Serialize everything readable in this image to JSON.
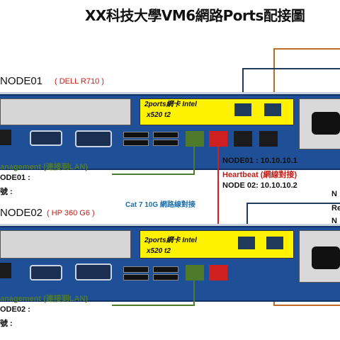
{
  "title": "XX科技大學VM6網路Ports配接圖",
  "nodes": [
    {
      "name": "NODE01",
      "model": "( DELL R710 )",
      "nic_line1": "2ports網卡 Intel",
      "nic_line2": "x520 t2",
      "mgmt_label": "anagement (連接到LAN)",
      "ip_label": "ODE01 :",
      "id_label": "號 :"
    },
    {
      "name": "NODE02",
      "model": "( HP 360  G6 )",
      "nic_line1": "2ports網卡 Intel",
      "nic_line2": "x520 t2",
      "mgmt_label": "anagement (連接到LAN)",
      "ip_label": "ODE02 :",
      "id_label": "號 :"
    }
  ],
  "heartbeat": {
    "node01_ip": "NODE01 :  10.10.10.1",
    "title": "Heartbeat (網線對接)",
    "node02_ip": "NODE 02:  10.10.10.2"
  },
  "cable_label": "Cat 7  10G 網路線對接",
  "right_cut_labels": [
    "N",
    "Re",
    "N"
  ],
  "colors": {
    "server": "#1f4f96",
    "nic": "#fff200",
    "mgmt": "#4f7a2c",
    "heartbeat": "#d01f1f",
    "cable": "#c06a2a",
    "nic_cable": "#1f3a5a"
  }
}
